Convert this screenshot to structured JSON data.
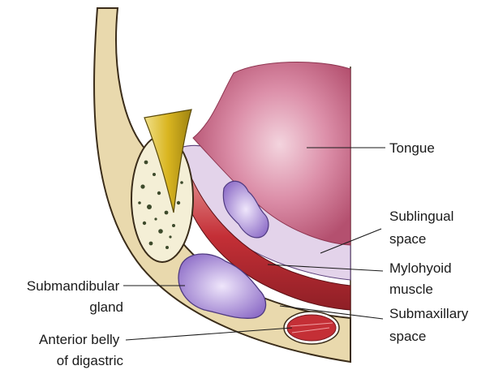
{
  "labels": {
    "tongue": "Tongue",
    "sublingual_space": [
      "Sublingual",
      "space"
    ],
    "mylohyoid_muscle": [
      "Mylohyoid",
      "muscle"
    ],
    "submaxillary_space": [
      "Submaxillary",
      "space"
    ],
    "submandibular_gland": [
      "Submandibular",
      "gland"
    ],
    "anterior_belly_of_digastric": [
      "Anterior belly",
      "of digastric"
    ]
  },
  "colors": {
    "bone": "#e9d9ad",
    "bone_outline": "#3b2d1a",
    "tongue": "#d98aa6",
    "tongue_highlight": "#f2c9d6",
    "muscle": "#c8323a",
    "gland": "#a98fd6",
    "sublingual_space": "#e3d3ea",
    "tooth": "#d4b21f"
  }
}
